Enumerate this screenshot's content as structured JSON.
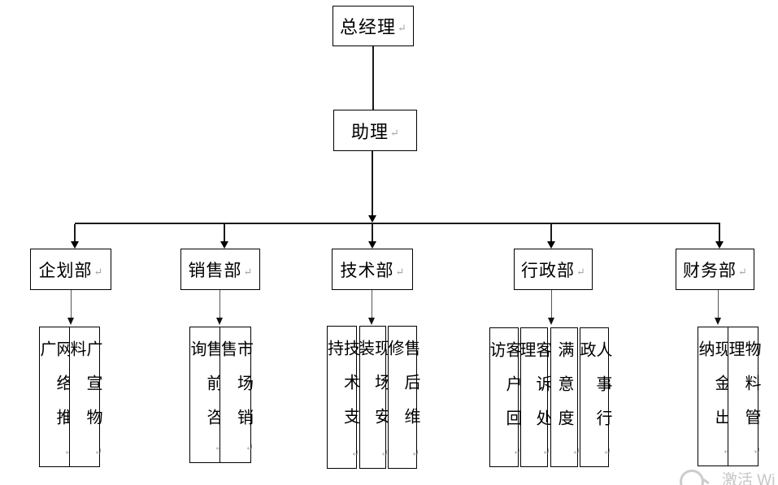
{
  "diagram": {
    "root": {
      "label": "总经理"
    },
    "assistant": {
      "label": "助理"
    },
    "departments": [
      {
        "label": "企划部",
        "children": [
          "网络推广",
          "广宣物料"
        ]
      },
      {
        "label": "销售部",
        "children": [
          "售前咨询",
          "市场销售"
        ]
      },
      {
        "label": "技术部",
        "children": [
          "技术支持",
          "现场安装",
          "售后维修"
        ]
      },
      {
        "label": "行政部",
        "children": [
          "客户回访",
          "客诉处理",
          "满意度",
          "人事行政"
        ]
      },
      {
        "label": "财务部",
        "children": [
          "现金出纳",
          "物料管理"
        ]
      }
    ],
    "return_mark": "↵"
  },
  "watermark": {
    "text": "激活 Wi"
  },
  "colors": {
    "line": "#1a1a1a",
    "box_border": "#000000",
    "background": "#ffffff",
    "return_mark": "#a6a6a6",
    "watermark": "#c6c6c6"
  }
}
